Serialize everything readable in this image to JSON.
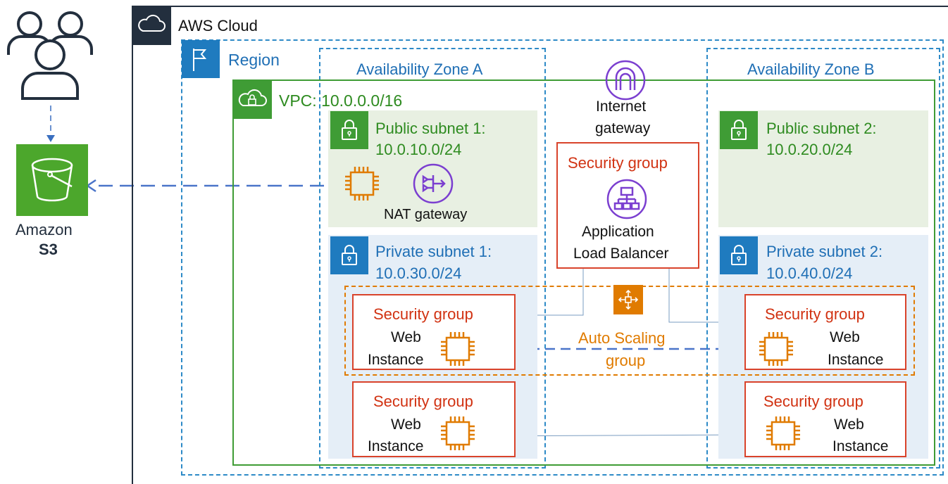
{
  "aws_cloud": {
    "label": "AWS Cloud"
  },
  "region": {
    "label": "Region"
  },
  "zones": {
    "a": "Availability Zone A",
    "b": "Availability Zone B"
  },
  "vpc": {
    "label": "VPC: 10.0.0.0/16"
  },
  "users": {
    "icon": "users-icon"
  },
  "s3": {
    "line1": "Amazon",
    "line2": "S3",
    "icon": "s3-bucket-icon"
  },
  "public_subnet_1": {
    "line1": "Public subnet 1:",
    "line2": "10.0.10.0/24"
  },
  "public_subnet_2": {
    "line1": "Public subnet 2:",
    "line2": "10.0.20.0/24"
  },
  "private_subnet_1": {
    "line1": "Private subnet 1:",
    "line2": "10.0.30.0/24"
  },
  "private_subnet_2": {
    "line1": "Private subnet 2:",
    "line2": "10.0.40.0/24"
  },
  "nat_gateway": {
    "label": "NAT gateway"
  },
  "internet_gateway": {
    "line1": "Internet",
    "line2": "gateway"
  },
  "alb": {
    "sg_label": "Security group",
    "line1": "Application",
    "line2": "Load Balancer"
  },
  "auto_scaling": {
    "line1": "Auto Scaling",
    "line2": "group"
  },
  "web_instances": [
    {
      "sg_label": "Security group",
      "line1": "Web",
      "line2": "Instance"
    },
    {
      "sg_label": "Security group",
      "line1": "Web",
      "line2": "Instance"
    },
    {
      "sg_label": "Security group",
      "line1": "Web",
      "line2": "Instance"
    },
    {
      "sg_label": "Security group",
      "line1": "Web",
      "line2": "Instance"
    }
  ],
  "colors": {
    "aws_blue": "#1f6fb5",
    "vpc_green": "#2e8b20",
    "security_red": "#d13212",
    "compute_orange": "#e07b00",
    "network_purple": "#7b3fd0",
    "s3_green": "#4ca72c"
  }
}
